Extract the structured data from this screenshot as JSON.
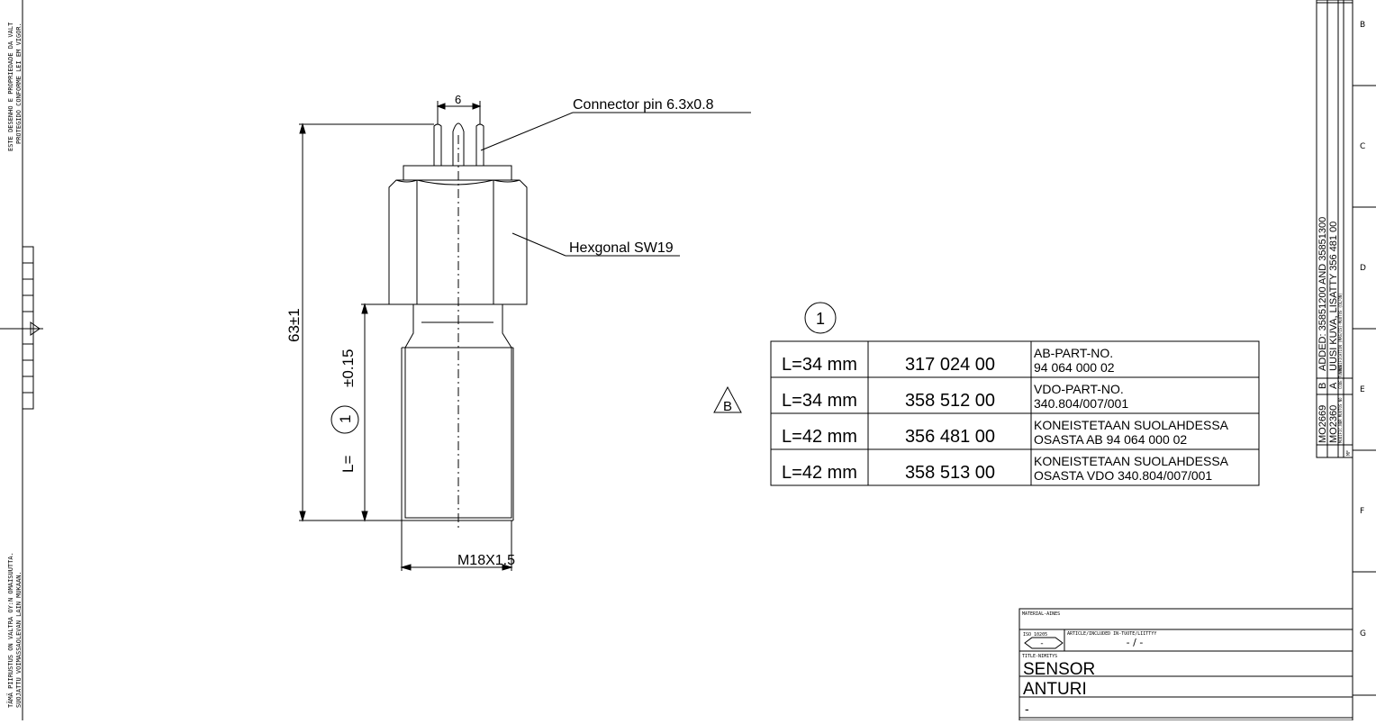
{
  "drawing": {
    "margin_notes": {
      "top": [
        "ESTE DESENHO E PROPRIEDADE DA VALT",
        "PROTEGIDO CONFORME LEI EM VIGOR."
      ],
      "bottom": [
        "TÄMÄ PIIRUSTUS ON VALTRA OY:N OMAISUUTTA.",
        "SUOJATTU VOIMASSAOLEVAN LAIN MUKAAN."
      ]
    },
    "zone_letters": [
      "B",
      "C",
      "D",
      "E",
      "F",
      "G"
    ],
    "part": {
      "callout_connector": "Connector pin 6.3x0.8",
      "callout_hex": "Hexgonal SW19",
      "dim_pin_spacing": "6",
      "dim_total_length": "63±1",
      "dim_thread_length_prefix": "L=",
      "dim_thread_length_ref": "1",
      "dim_thread_tolerance": "±0.15",
      "dim_thread": "M18X1.5"
    },
    "variant_table": {
      "ref_number": "1",
      "revision_mark": "B",
      "rows": [
        {
          "length": "L=34 mm",
          "code": "317 024 00",
          "desc1": "AB-PART-NO.",
          "desc2": "94 064 000 02"
        },
        {
          "length": "L=34 mm",
          "code": "358 512 00",
          "desc1": "VDO-PART-NO.",
          "desc2": "340.804/007/001"
        },
        {
          "length": "L=42 mm",
          "code": "356 481 00",
          "desc1": "KONEISTETAAN SUOLAHDESSA",
          "desc2": "OSASTA AB 94 064 000 02"
        },
        {
          "length": "L=42 mm",
          "code": "358 513 00",
          "desc1": "KONEISTETAAN SUOLAHDESSA",
          "desc2": "OSASTA VDO 340.804/007/001"
        }
      ]
    },
    "revision_block": {
      "rows": [
        {
          "mf": "MO2669",
          "code": "B",
          "text": "ADDED: 35851200 AND 35851300"
        },
        {
          "mf": "MO2360",
          "code": "A",
          "text": "UUSI KUVA, LISATTY 356 481 00"
        }
      ],
      "header_mf": "MF",
      "header_modific": "MODIFIC.NBR MUUTOS NO",
      "header_code": "CODE TUNNUS",
      "header_text": "MODIFICATION (MAS/IS)-MUUTOS (OL/ON)"
    },
    "title_block": {
      "material_label": "MATERIAL-AINES",
      "iso_label": "ISO 10205",
      "iso_value": "-",
      "article_label": "ARTICLE/INCLUDED IN-TUOTE/LIITTYY",
      "article_value": "- / -",
      "title_label": "TITLE-NIMITYS",
      "title_en": "SENSOR",
      "title_fi": "ANTURI",
      "title_extra": "-"
    }
  }
}
